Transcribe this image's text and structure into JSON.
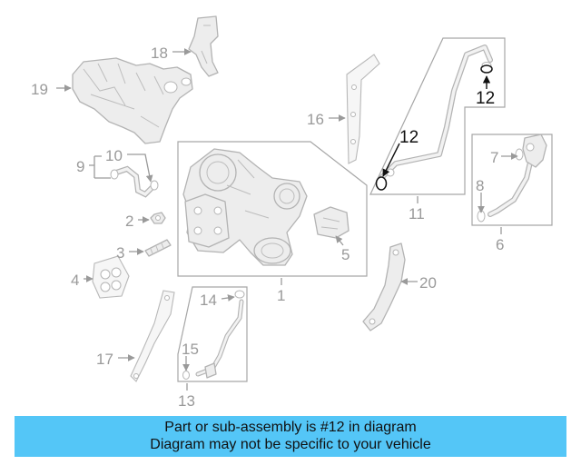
{
  "diagram": {
    "callouts": {
      "c1": "1",
      "c2": "2",
      "c3": "3",
      "c4": "4",
      "c5": "5",
      "c6": "6",
      "c7": "7",
      "c8": "8",
      "c9": "9",
      "c10": "10",
      "c11": "11",
      "c12a": "12",
      "c12b": "12",
      "c13": "13",
      "c14": "14",
      "c15": "15",
      "c16": "16",
      "c17": "17",
      "c18": "18",
      "c19": "19",
      "c20": "20"
    },
    "highlight_color": "#111111",
    "callout_color": "#9a9a9a"
  },
  "banner": {
    "line1": "Part or sub-assembly is #12 in diagram",
    "line2": "Diagram may not be specific to your vehicle",
    "background": "#54c6f7"
  }
}
